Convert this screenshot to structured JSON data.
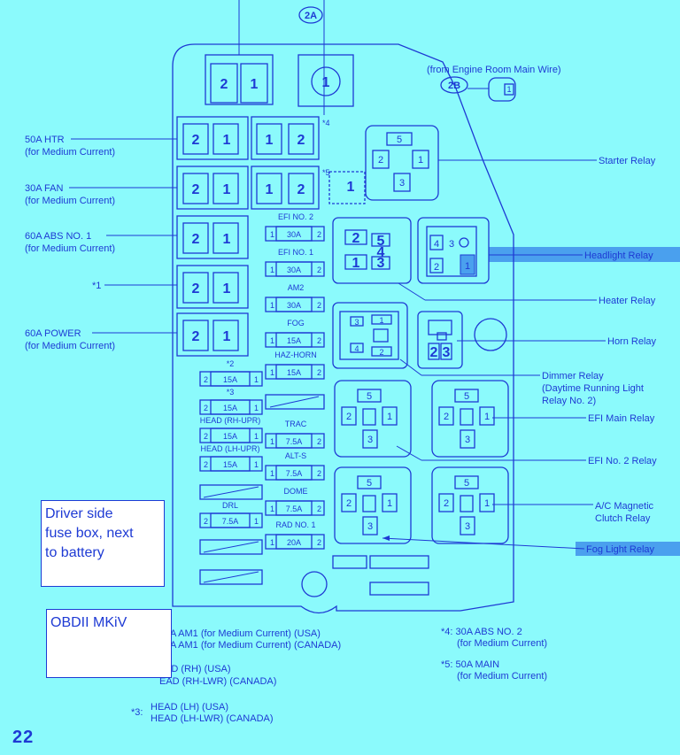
{
  "labels": {
    "top_connector": "2A",
    "engine_room": "(from Engine Room Main Wire)",
    "connector_2b": "2B",
    "star4": "*4",
    "star5": "*5",
    "htr": [
      "50A HTR",
      "(for Medium Current)"
    ],
    "fan": [
      "30A FAN",
      "(for Medium Current)"
    ],
    "abs1": [
      "60A ABS NO. 1",
      "(for Medium Current)"
    ],
    "star1": "*1",
    "power": [
      "60A POWER",
      "(for Medium Current)"
    ]
  },
  "relays": {
    "starter": "Starter Relay",
    "headlight": "Headlight Relay",
    "heater": "Heater Relay",
    "horn": "Horn Relay",
    "dimmer": [
      "Dimmer Relay",
      "(Daytime Running Light",
      "Relay No. 2)"
    ],
    "efi_main": "EFI Main Relay",
    "efi2": "EFI No. 2 Relay",
    "ac": [
      "A/C Magnetic",
      "Clutch Relay"
    ],
    "fog": "Fog Light Relay"
  },
  "fuses_center": [
    {
      "name": "EFI NO. 2",
      "amp": "30A"
    },
    {
      "name": "EFI NO. 1",
      "amp": "30A"
    },
    {
      "name": "AM2",
      "amp": "30A"
    },
    {
      "name": "FOG",
      "amp": "15A"
    },
    {
      "name": "HAZ-HORN",
      "amp": "15A"
    },
    {
      "name": "TRAC",
      "amp": "7.5A"
    },
    {
      "name": "ALT-S",
      "amp": "7.5A"
    },
    {
      "name": "DOME",
      "amp": "7.5A"
    },
    {
      "name": "RAD NO. 1",
      "amp": "20A"
    }
  ],
  "fuses_left": [
    {
      "name": "*2",
      "amp": "15A"
    },
    {
      "name": "*3",
      "amp": "15A"
    },
    {
      "name": "HEAD (RH-UPR)",
      "amp": "15A"
    },
    {
      "name": "HEAD (LH-UPR)",
      "amp": "15A"
    },
    {
      "name": "DRL",
      "amp": "7.5A"
    }
  ],
  "footnotes": {
    "n1a": "A AM1 (for Medium Current) (USA)",
    "n1b": "A AM1 (for Medium Current) (CANADA)",
    "n2a": "AD (RH) (USA)",
    "n2b": "EAD (RH-LWR) (CANADA)",
    "n3_mark": "*3:",
    "n3a": "HEAD (LH) (USA)",
    "n3b": "HEAD (LH-LWR) (CANADA)",
    "n4a": "*4: 30A ABS NO. 2",
    "n4b": "(for Medium Current)",
    "n5a": "*5: 50A MAIN",
    "n5b": "(for Medium Current)"
  },
  "notes": {
    "driver": [
      "Driver side",
      "fuse box, next",
      "to battery"
    ],
    "obd": "OBDII MKiV"
  },
  "page_number": "22",
  "colors": {
    "background": "#8bfafc",
    "ink": "#1e3ad4",
    "highlight": "#4aa0ee",
    "note_bg": "#ffffff"
  }
}
